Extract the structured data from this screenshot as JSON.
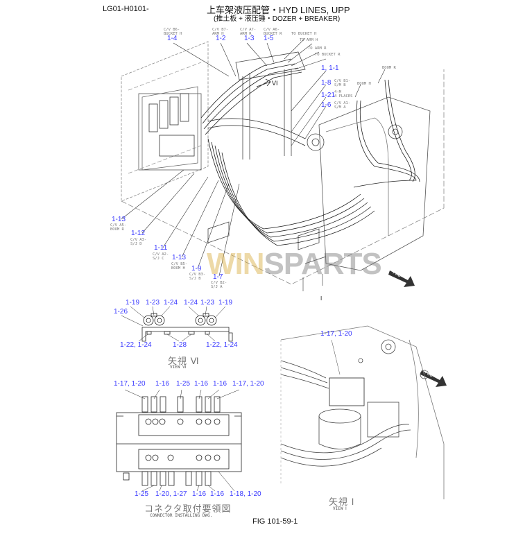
{
  "header": {
    "code": "LG01-H0101-",
    "title": "上车架液压配管・HYD LINES, UPP",
    "subtitle": "(推土板 + 液压锤・DOZER + BREAKER)"
  },
  "main_view": {
    "top_callouts": [
      {
        "label": "1-4",
        "note": "C/V B6-\nBUCKET H"
      },
      {
        "label": "1-2",
        "note": "C/V B7-\nARM H"
      },
      {
        "label": "1-3",
        "note": "C/V A7-\nARM R"
      },
      {
        "label": "1-5",
        "note": "C/V A6-\nBUCKET R"
      }
    ],
    "to_notes": [
      "TO BUCKET H",
      "TO ARM H",
      "TO ARM R",
      "TO BUCKET R"
    ],
    "right_callouts": [
      {
        "label": "1,  1-1",
        "note": ""
      },
      {
        "label": "1-8",
        "note": "C/V B1-\nS/M B"
      },
      {
        "label": "1-21",
        "note": "4-M\n4 PLACES"
      },
      {
        "label": "1-6",
        "note": "C/V A1-\nS/M A"
      }
    ],
    "boom_notes": [
      "BOOM R",
      "BOOM H"
    ],
    "view_marker": "VI",
    "left_callouts": [
      {
        "label": "1-13",
        "note": "C/V A5-\nBOOM R"
      },
      {
        "label": "1-12",
        "note": "C/V A3-\nS/J D"
      },
      {
        "label": "1-11",
        "note": "C/V A2-\nS/J C"
      },
      {
        "label": "1-13",
        "note": "C/V B5-\nBOOM H"
      },
      {
        "label": "1-9",
        "note": "C/V B3-\nS/J B"
      },
      {
        "label": "1-7",
        "note": "C/V B2-\nS/J A"
      }
    ],
    "fwd": "FWD",
    "view_i_marker": "I",
    "watermark": "WINSPARTS"
  },
  "view_vi": {
    "top_callouts": [
      "1-19",
      "1-23",
      "1-24",
      "1-24",
      "1-23",
      "1-19"
    ],
    "side_callout": "1-26",
    "bottom_callouts": [
      "1-22,  1-24",
      "1-28",
      "1-22,  1-24"
    ],
    "title_jp": "矢視 Ⅵ",
    "title_en": "VIEW Ⅵ"
  },
  "connector": {
    "top_callouts": [
      "1-17,  1-20",
      "1-16",
      "1-25",
      "1-16",
      "1-16",
      "1-17,  1-20"
    ],
    "bottom_callouts": [
      "1-25",
      "1-20,  1-27",
      "1-16",
      "1-16",
      "1-18,  1-20"
    ],
    "title_jp": "コネクタ取付要領図",
    "title_en": "CONNECTOR INSTALLING DWG."
  },
  "view_i": {
    "callout": "1-17,  1-20",
    "fwd": "FWD",
    "title_jp": "矢視 Ⅰ",
    "title_en": "VIEW Ⅰ"
  },
  "figure": "FIG  101-59-1"
}
